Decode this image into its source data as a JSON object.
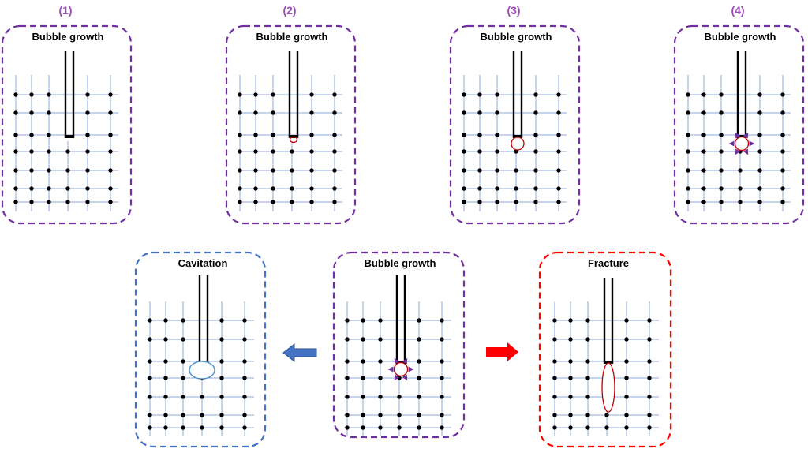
{
  "colors": {
    "purple": "#7030A0",
    "blue": "#4472C4",
    "red": "#FF0000",
    "grid_line": "#8EA9DB",
    "node": "#000000",
    "bubble": "#C00000",
    "cavity": "#4A90C8",
    "step_label": "#9B4DB5"
  },
  "steps": [
    {
      "label": "(1)",
      "title": "Bubble growth",
      "stage": "none"
    },
    {
      "label": "(2)",
      "title": "Bubble growth",
      "stage": "tiny"
    },
    {
      "label": "(3)",
      "title": "Bubble growth",
      "stage": "small"
    },
    {
      "label": "(4)",
      "title": "Bubble growth",
      "stage": "pressure"
    }
  ],
  "outcomes": {
    "cavitation": {
      "title": "Cavitation"
    },
    "center": {
      "title": "Bubble growth"
    },
    "fracture": {
      "title": "Fracture"
    }
  },
  "icons": {
    "left_arrow": "left-arrow-icon",
    "right_arrow": "right-arrow-icon",
    "needle": "needle-icon"
  }
}
